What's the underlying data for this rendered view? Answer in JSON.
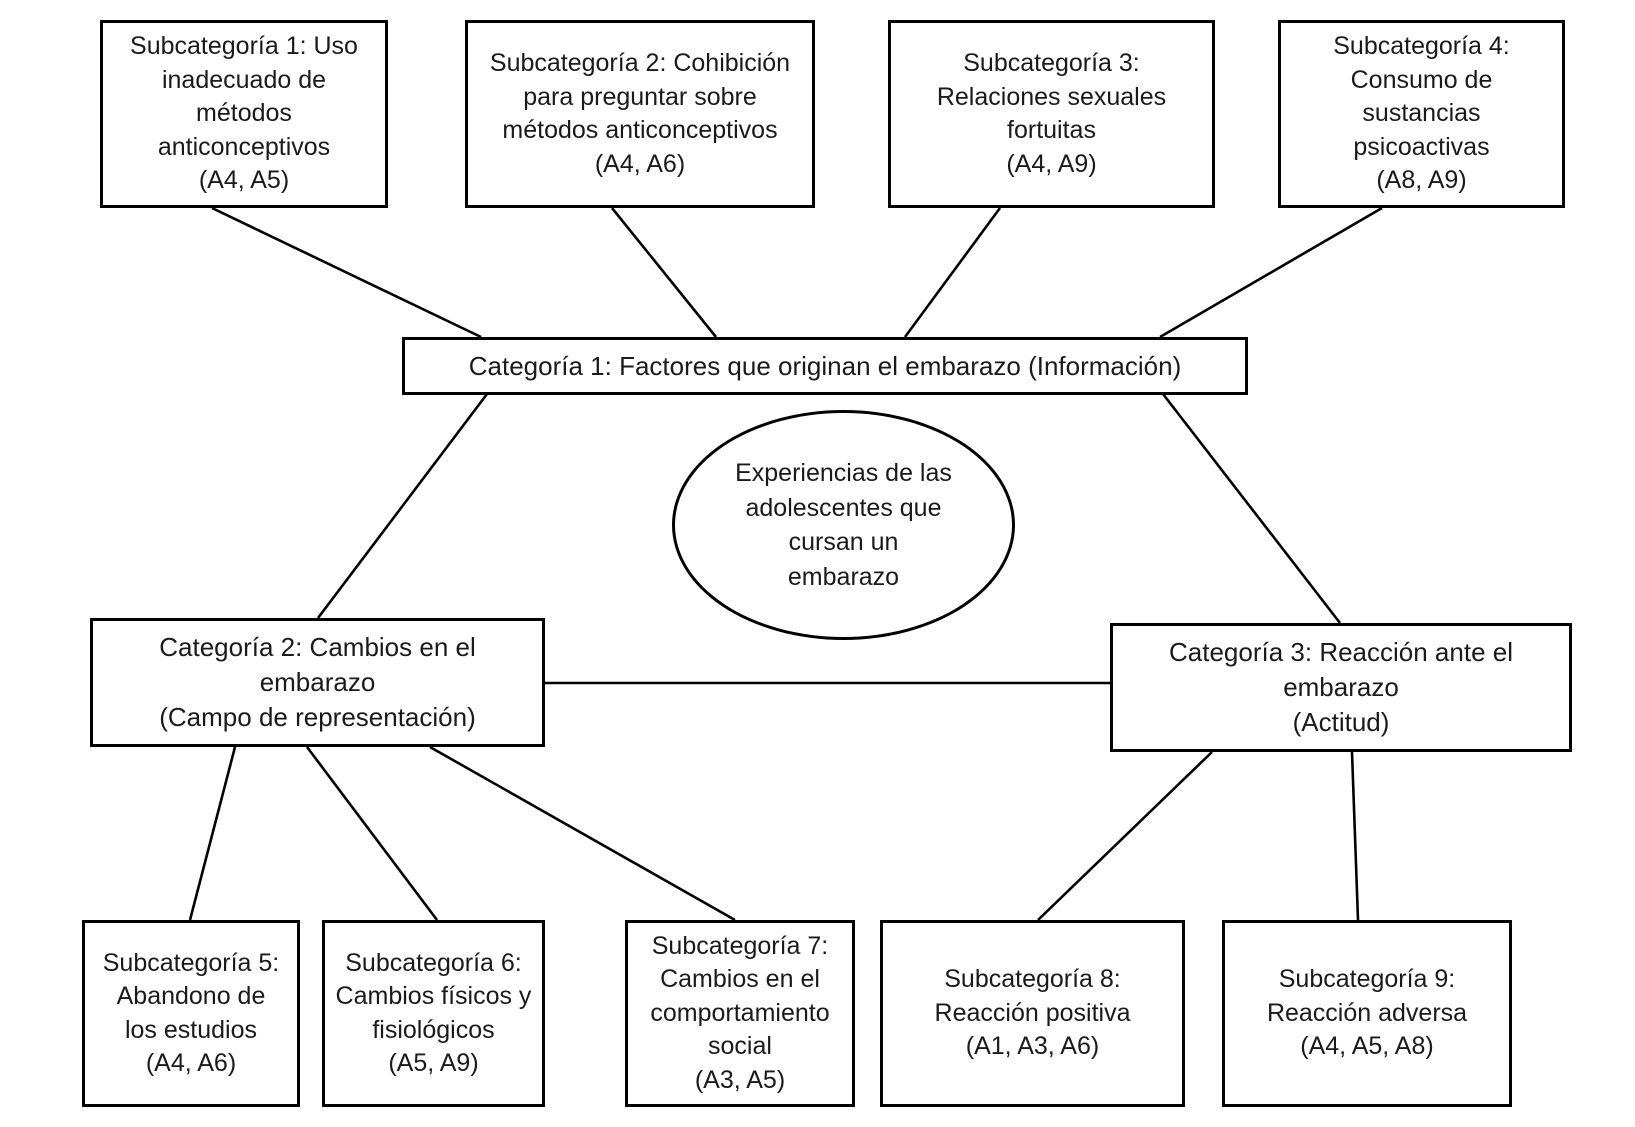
{
  "diagram": {
    "title": "Experiencias de las adolescentes que cursan un embarazo",
    "line_color": "#000000",
    "text_color": "#1a1a1a",
    "background": "#ffffff",
    "center": {
      "label": "Experiencias de las\nadolescentes que\ncursan un\nembarazo",
      "shape": "ellipse"
    },
    "categories": [
      {
        "id": "cat1",
        "label": "Categoría 1: Factores que originan el embarazo (Información)"
      },
      {
        "id": "cat2",
        "label": "Categoría 2: Cambios en el embarazo\n(Campo de representación)"
      },
      {
        "id": "cat3",
        "label": "Categoría 3: Reacción ante el\nembarazo\n(Actitud)"
      }
    ],
    "subcategories": [
      {
        "id": "sub1",
        "label": "Subcategoría 1: Uso\ninadecuado de\nmétodos\nanticonceptivos\n(A4, A5)",
        "codes": "(A4, A5)",
        "parent": "cat1"
      },
      {
        "id": "sub2",
        "label": "Subcategoría 2: Cohibición\npara preguntar sobre\nmétodos anticonceptivos\n(A4, A6)",
        "codes": "(A4, A6)",
        "parent": "cat1"
      },
      {
        "id": "sub3",
        "label": "Subcategoría 3:\nRelaciones sexuales\nfortuitas\n(A4, A9)",
        "codes": "(A4, A9)",
        "parent": "cat1"
      },
      {
        "id": "sub4",
        "label": "Subcategoría 4:\nConsumo de\nsustancias\npsicoactivas\n(A8, A9)",
        "codes": "(A8, A9)",
        "parent": "cat1"
      },
      {
        "id": "sub5",
        "label": "Subcategoría 5:\nAbandono de\nlos estudios\n(A4, A6)",
        "codes": "(A4, A6)",
        "parent": "cat2"
      },
      {
        "id": "sub6",
        "label": "Subcategoría 6:\nCambios físicos y\nfisiológicos\n(A5, A9)",
        "codes": "(A5, A9)",
        "parent": "cat2"
      },
      {
        "id": "sub7",
        "label": "Subcategoría 7:\nCambios en el\ncomportamiento\nsocial\n(A3, A5)",
        "codes": "(A3, A5)",
        "parent": "cat2"
      },
      {
        "id": "sub8",
        "label": "Subcategoría 8:\nReacción positiva\n(A1, A3, A6)",
        "codes": "(A1, A3, A6)",
        "parent": "cat3"
      },
      {
        "id": "sub9",
        "label": "Subcategoría 9:\nReacción adversa\n(A4, A5, A8)",
        "codes": "(A4, A5, A8)",
        "parent": "cat3"
      }
    ],
    "connections": [
      {
        "from": "sub1",
        "to": "cat1"
      },
      {
        "from": "sub2",
        "to": "cat1"
      },
      {
        "from": "sub3",
        "to": "cat1"
      },
      {
        "from": "sub4",
        "to": "cat1"
      },
      {
        "from": "cat1",
        "to": "cat2"
      },
      {
        "from": "cat1",
        "to": "cat3"
      },
      {
        "from": "cat2",
        "to": "cat3"
      },
      {
        "from": "cat2",
        "to": "sub5"
      },
      {
        "from": "cat2",
        "to": "sub6"
      },
      {
        "from": "cat2",
        "to": "sub7"
      },
      {
        "from": "cat3",
        "to": "sub8"
      },
      {
        "from": "cat3",
        "to": "sub9"
      }
    ]
  }
}
